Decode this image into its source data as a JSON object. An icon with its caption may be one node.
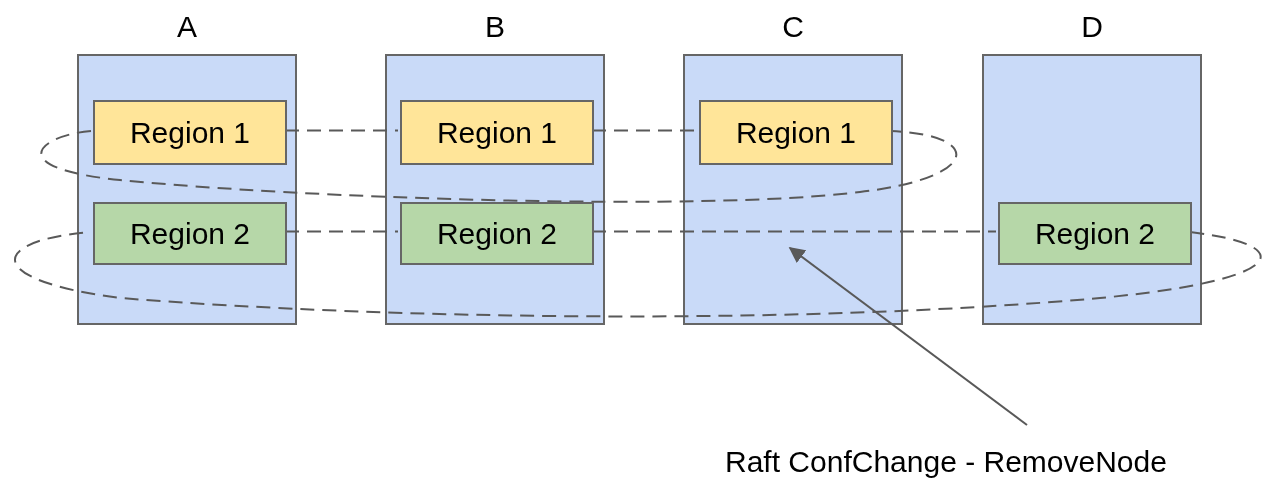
{
  "diagram": {
    "nodes": [
      {
        "text": [
          "A"
        ]
      },
      {
        "text": [
          "Region 1"
        ],
        "in": 0
      },
      {
        "text": [
          "Region 2"
        ],
        "in": 0
      },
      {
        "text": [
          "B"
        ]
      },
      {
        "text": [
          "Region 1"
        ],
        "in": 3
      },
      {
        "text": [
          "Region 2"
        ],
        "in": 3
      },
      {
        "text": [
          "C"
        ]
      },
      {
        "text": [
          "Region 1"
        ],
        "in": 6
      },
      {
        "text": [
          "D"
        ]
      },
      {
        "text": [
          "Region 2"
        ],
        "in": 8
      },
      {
        "text": [
          "Raft ConfChange - RemoveNode"
        ]
      }
    ],
    "edges": [
      {
        "from": 1,
        "to": 4,
        "arrow": "none",
        "style": "dashed"
      },
      {
        "from": 4,
        "to": 7,
        "arrow": "none",
        "style": "dashed"
      },
      {
        "from": 7,
        "to": 1,
        "arrow": "none",
        "style": "dashed"
      },
      {
        "from": 2,
        "to": 5,
        "arrow": "none",
        "style": "dashed"
      },
      {
        "from": 5,
        "to": 9,
        "arrow": "none",
        "style": "dashed"
      },
      {
        "from": 9,
        "to": 2,
        "arrow": "none",
        "style": "dashed"
      },
      {
        "from": 10,
        "to": 6,
        "arrow": "to"
      }
    ]
  }
}
